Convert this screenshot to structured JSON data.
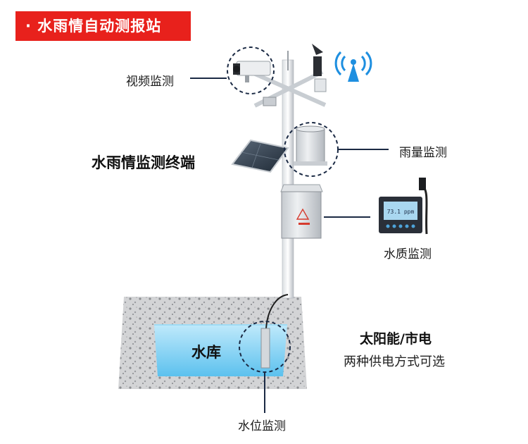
{
  "title": "· 水雨情自动测报站",
  "labels": {
    "video": "视频监测",
    "terminal": "水雨情监测终端",
    "rain": "雨量监测",
    "water_quality": "水质监测",
    "reservoir": "水库",
    "water_level": "水位监测"
  },
  "power": {
    "line1": "太阳能/市电",
    "line2": "两种供电方式可选"
  },
  "meter_display": "73.1 ppm",
  "colors": {
    "title_bg": "#e8211c",
    "leader": "#1b2a44",
    "water": "#8ed6f5",
    "signal": "#1e8fe0"
  }
}
